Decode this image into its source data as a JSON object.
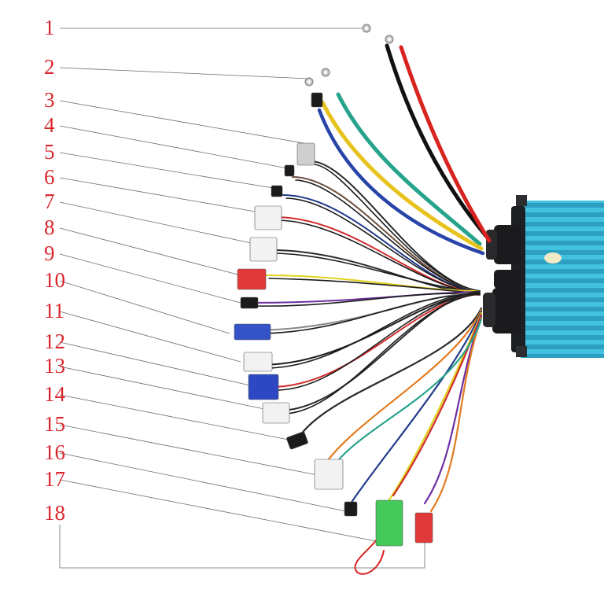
{
  "diagram": {
    "callouts": [
      "1",
      "2",
      "3",
      "4",
      "5",
      "6",
      "7",
      "8",
      "9",
      "10",
      "11",
      "12",
      "13",
      "14",
      "15",
      "16",
      "17",
      "18"
    ],
    "label_color": "#d9262c",
    "leader_color": "#6b6b6b",
    "controller_color": "#3bb7d6",
    "icons": [
      "controller-icon",
      "connector-icon",
      "ring-terminal-icon",
      "wire-loop-icon"
    ]
  }
}
